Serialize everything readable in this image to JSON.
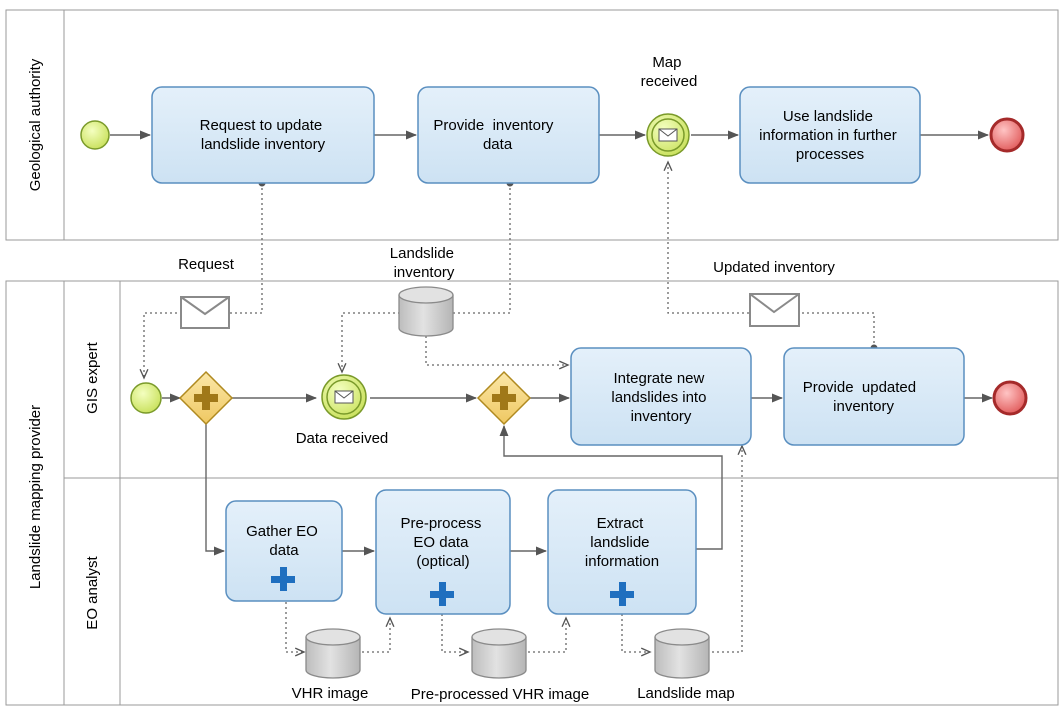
{
  "pools": {
    "geological": {
      "label": "Geological authority"
    },
    "provider": {
      "label": "Landslide mapping provider",
      "lanes": {
        "gis": "GIS expert",
        "eo": "EO analyst"
      }
    }
  },
  "tasks": {
    "request_update": [
      "Request to update",
      "landslide inventory"
    ],
    "provide_inventory": [
      "Provide  inventory",
      "data"
    ],
    "use_info": [
      "Use landslide",
      "information in further",
      "processes"
    ],
    "integrate": [
      "Integrate new",
      "landslides into",
      "inventory"
    ],
    "provide_updated": [
      "Provide  updated",
      "inventory"
    ],
    "gather_eo": [
      "Gather EO",
      "data"
    ],
    "preprocess": [
      "Pre-process",
      "EO data",
      "(optical)"
    ],
    "extract": [
      "Extract",
      "landslide",
      "information"
    ]
  },
  "events": {
    "map_received": [
      "Map",
      "received"
    ],
    "data_received": [
      "Data received"
    ]
  },
  "messages": {
    "request": [
      "Request"
    ],
    "updated_inventory": [
      "Updated inventory"
    ]
  },
  "data_stores": {
    "landslide_inventory": [
      "Landslide",
      "inventory"
    ],
    "vhr_image": [
      "VHR image"
    ],
    "preprocessed_vhr": [
      "Pre-processed VHR image"
    ],
    "landslide_map": [
      "Landslide map"
    ]
  },
  "colors": {
    "task_fill": "#d6e8f5",
    "task_stroke": "#5a8fc0",
    "start_fill": "#dff28a",
    "start_stroke": "#7a9a2a",
    "end_fill": "#f28f8f",
    "end_stroke": "#b03030",
    "gateway_fill": "#f5d98a",
    "gateway_stroke": "#b08a20",
    "subprocess_marker": "#1f6fbf",
    "db_fill": "#cfcfcf",
    "flow": "#555555"
  }
}
